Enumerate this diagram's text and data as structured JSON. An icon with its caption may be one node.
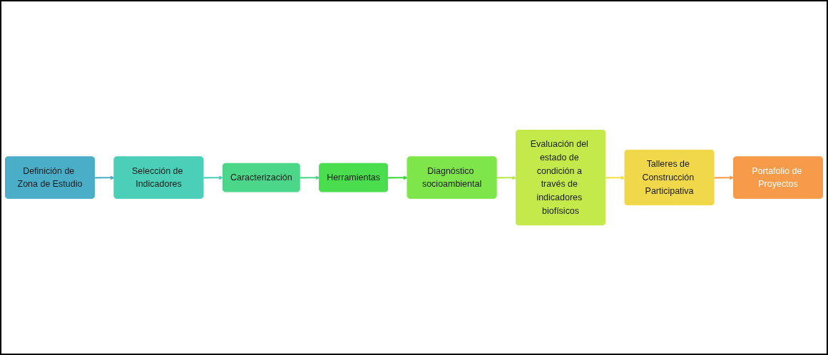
{
  "diagram": {
    "nodes": [
      {
        "text": [
          "Definición de Zona de Estudio"
        ]
      },
      {
        "text": [
          "Selección de Indicadores"
        ]
      },
      {
        "text": [
          "Caracterización"
        ]
      },
      {
        "text": [
          "Herramientas"
        ]
      },
      {
        "text": [
          "Diagnóstico socioambiental"
        ]
      },
      {
        "text": [
          "Evaluación del estado de condición a través de indicadores biofísicos"
        ]
      },
      {
        "text": [
          "Talleres de Construcción Participativa"
        ]
      },
      {
        "text": [
          "Portafolio de Proyectos"
        ]
      }
    ],
    "edges": [
      {
        "from": 0,
        "to": 1,
        "arrow": "to",
        "color": "#4aaec8"
      },
      {
        "from": 1,
        "to": 2,
        "arrow": "to",
        "color": "#4bcfb8"
      },
      {
        "from": 2,
        "to": 3,
        "arrow": "to",
        "color": "#4bd68a"
      },
      {
        "from": 3,
        "to": 4,
        "arrow": "to",
        "color": "#3ed63e"
      },
      {
        "from": 4,
        "to": 5,
        "arrow": "to",
        "color": "#b8e84a"
      },
      {
        "from": 5,
        "to": 6,
        "arrow": "to",
        "color": "#f0e040"
      },
      {
        "from": 6,
        "to": 7,
        "arrow": "to",
        "color": "#f79a4a"
      }
    ]
  }
}
